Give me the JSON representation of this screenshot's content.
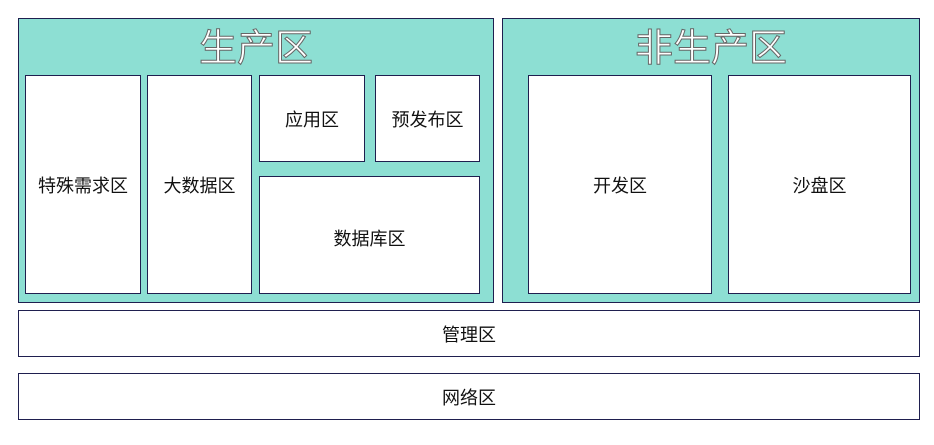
{
  "production": {
    "title": "生产区",
    "special": "特殊需求区",
    "bigdata": "大数据区",
    "app": "应用区",
    "prerelease": "预发布区",
    "database": "数据库区"
  },
  "nonproduction": {
    "title": "非生产区",
    "dev": "开发区",
    "sandbox": "沙盘区"
  },
  "management": "管理区",
  "network": "网络区"
}
